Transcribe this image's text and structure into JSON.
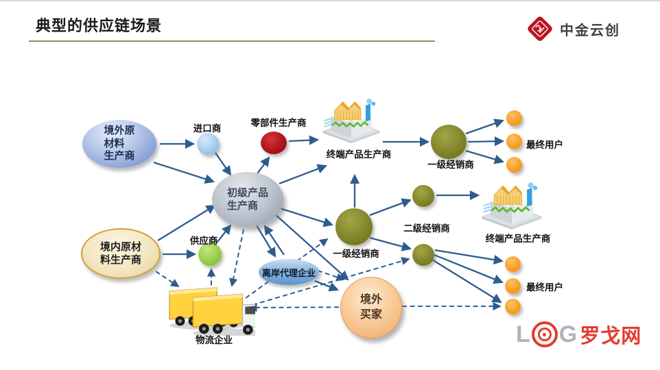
{
  "header": {
    "title": "典型的供应链场景"
  },
  "brand": {
    "name": "中金云创"
  },
  "footer_logo": {
    "l": "L",
    "g": "G",
    "cn": "罗戈网"
  },
  "nodes": {
    "overseas_raw": "境外原\n材料\n生产商",
    "importer": "进口商",
    "parts_maker": "零部件生产商",
    "end_maker_top": "终端产品生产商",
    "tier1_top": "一级经销商",
    "end_users_top": "最终用户",
    "primary_producer": "初级产品\n生产商",
    "domestic_raw": "境内原材\n料生产商",
    "supplier": "供应商",
    "offshore_agent": "离岸代理企业",
    "tier1_mid": "一级经销商",
    "tier2": "二级经销商",
    "end_maker_right": "终端产品生产商",
    "overseas_buyer": "境外\n买家",
    "logistics": "物流企业",
    "end_users_right": "最终用户"
  },
  "colors": {
    "arrow": "#2d5d8d",
    "title_rule": "#9b8e4e",
    "brand_red": "#bd1420",
    "logo_red": "#e23b2e",
    "olive": "#81842a",
    "orange": "#f79d22",
    "green": "#94ca43",
    "red_node": "#ab1318",
    "light_blue": "#a5cbf0"
  },
  "diagram": {
    "edges": [
      [
        233,
        210,
        282,
        210,
        0
      ],
      [
        314,
        223,
        336,
        255,
        0
      ],
      [
        224,
        237,
        311,
        265,
        0
      ],
      [
        371,
        259,
        392,
        230,
        0
      ],
      [
        421,
        206,
        463,
        204,
        0
      ],
      [
        558,
        207,
        624,
        207,
        0
      ],
      [
        679,
        195,
        733,
        176,
        0
      ],
      [
        682,
        207,
        733,
        206,
        0
      ],
      [
        679,
        220,
        733,
        236,
        0
      ],
      [
        407,
        268,
        475,
        242,
        0
      ],
      [
        408,
        304,
        484,
        328,
        0
      ],
      [
        230,
        351,
        313,
        300,
        0
      ],
      [
        237,
        371,
        284,
        371,
        0
      ],
      [
        316,
        354,
        336,
        329,
        0
      ],
      [
        374,
        329,
        401,
        374,
        0
      ],
      [
        414,
        372,
        386,
        330,
        0
      ],
      [
        399,
        311,
        507,
        408,
        0
      ],
      [
        539,
        314,
        598,
        292,
        0
      ],
      [
        539,
        347,
        598,
        363,
        0
      ],
      [
        636,
        285,
        697,
        285,
        0
      ],
      [
        517,
        303,
        517,
        256,
        0
      ],
      [
        634,
        365,
        732,
        381,
        0
      ],
      [
        633,
        372,
        732,
        412,
        0
      ],
      [
        630,
        379,
        730,
        441,
        0
      ],
      [
        459,
        410,
        492,
        423,
        0
      ],
      [
        227,
        396,
        260,
        418,
        1
      ],
      [
        308,
        428,
        308,
        393,
        1
      ],
      [
        355,
        335,
        338,
        417,
        1
      ],
      [
        358,
        435,
        477,
        349,
        1
      ],
      [
        368,
        445,
        596,
        378,
        1
      ],
      [
        540,
        448,
        364,
        449,
        1
      ],
      [
        540,
        447,
        729,
        447,
        1
      ],
      [
        452,
        391,
        501,
        408,
        1
      ]
    ]
  }
}
